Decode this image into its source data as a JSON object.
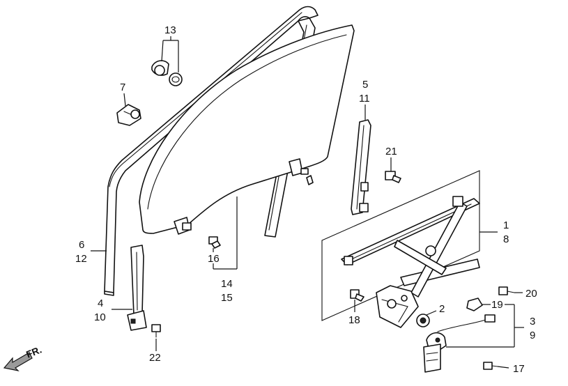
{
  "diagram": {
    "callouts": {
      "c1": "1",
      "c8": "8",
      "c2": "2",
      "c3": "3",
      "c9": "9",
      "c4": "4",
      "c10": "10",
      "c5": "5",
      "c11": "11",
      "c6": "6",
      "c12": "12",
      "c7": "7",
      "c13": "13",
      "c14": "14",
      "c15": "15",
      "c16": "16",
      "c17": "17",
      "c18": "18",
      "c19": "19",
      "c20": "20",
      "c21": "21",
      "c22": "22"
    },
    "direction_marker": "FR."
  }
}
